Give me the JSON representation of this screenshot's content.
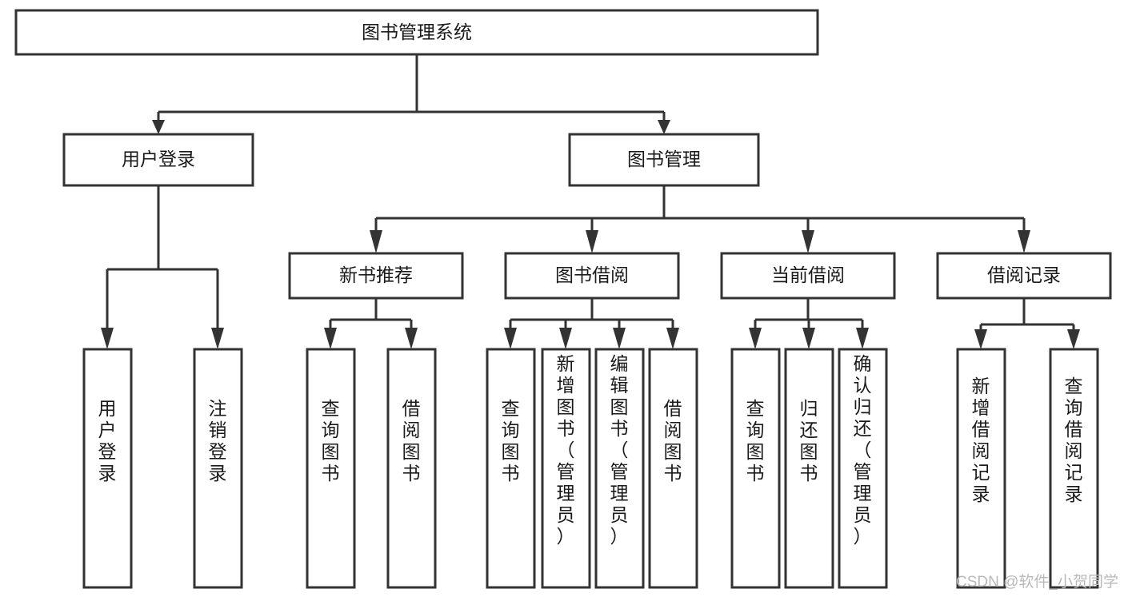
{
  "diagram": {
    "title": "图书管理系统",
    "type": "tree",
    "orientation": "top-down",
    "watermark": "CSDN @软件_小贺同学",
    "colors": {
      "box_fill": "#ffffff",
      "box_stroke": "#333333",
      "text": "#1a1a1a",
      "watermark": "#b9b9b9",
      "background": "#ffffff"
    },
    "nodes": {
      "root": {
        "label": "图书管理系统",
        "level": 1
      },
      "user_login": {
        "label": "用户登录",
        "level": 2
      },
      "book_manage": {
        "label": "图书管理",
        "level": 2
      },
      "new_book_rec": {
        "label": "新书推荐",
        "level": 3
      },
      "book_borrow": {
        "label": "图书借阅",
        "level": 3
      },
      "current_borrow": {
        "label": "当前借阅",
        "level": 3
      },
      "borrow_record": {
        "label": "借阅记录",
        "level": 3
      },
      "leaf_user_login": {
        "label": "用户登录",
        "level": 4
      },
      "leaf_logout": {
        "label": "注销登录",
        "level": 4
      },
      "leaf_query_book_1": {
        "label": "查询图书",
        "level": 4
      },
      "leaf_borrow_book_1": {
        "label": "借阅图书",
        "level": 4
      },
      "leaf_query_book_2": {
        "label": "查询图书",
        "level": 4
      },
      "leaf_add_book": {
        "label": "新增图书（管理员）",
        "level": 4
      },
      "leaf_edit_book": {
        "label": "编辑图书（管理员）",
        "level": 4
      },
      "leaf_borrow_book_2": {
        "label": "借阅图书",
        "level": 4
      },
      "leaf_query_book_3": {
        "label": "查询图书",
        "level": 4
      },
      "leaf_return_book": {
        "label": "归还图书",
        "level": 4
      },
      "leaf_confirm_return": {
        "label": "确认归还（管理员）",
        "level": 4
      },
      "leaf_add_record": {
        "label": "新增借阅记录",
        "level": 4
      },
      "leaf_query_record": {
        "label": "查询借阅记录",
        "level": 4
      }
    },
    "edges": [
      {
        "from": "root",
        "to": "user_login"
      },
      {
        "from": "root",
        "to": "book_manage"
      },
      {
        "from": "user_login",
        "to": "leaf_user_login"
      },
      {
        "from": "user_login",
        "to": "leaf_logout"
      },
      {
        "from": "book_manage",
        "to": "new_book_rec"
      },
      {
        "from": "book_manage",
        "to": "book_borrow"
      },
      {
        "from": "book_manage",
        "to": "current_borrow"
      },
      {
        "from": "book_manage",
        "to": "borrow_record"
      },
      {
        "from": "new_book_rec",
        "to": "leaf_query_book_1"
      },
      {
        "from": "new_book_rec",
        "to": "leaf_borrow_book_1"
      },
      {
        "from": "book_borrow",
        "to": "leaf_query_book_2"
      },
      {
        "from": "book_borrow",
        "to": "leaf_add_book"
      },
      {
        "from": "book_borrow",
        "to": "leaf_edit_book"
      },
      {
        "from": "book_borrow",
        "to": "leaf_borrow_book_2"
      },
      {
        "from": "current_borrow",
        "to": "leaf_query_book_3"
      },
      {
        "from": "current_borrow",
        "to": "leaf_return_book"
      },
      {
        "from": "current_borrow",
        "to": "leaf_confirm_return"
      },
      {
        "from": "borrow_record",
        "to": "leaf_add_record"
      },
      {
        "from": "borrow_record",
        "to": "leaf_query_record"
      }
    ]
  }
}
